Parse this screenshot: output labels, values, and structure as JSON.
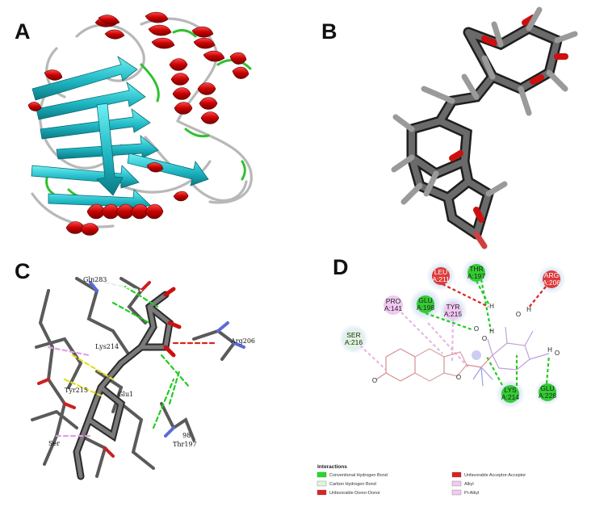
{
  "panels": {
    "a": {
      "letter": "A"
    },
    "b": {
      "letter": "B"
    },
    "c": {
      "letter": "C",
      "residue_labels": [
        "Gln283",
        "Arg206",
        "Lys214",
        "Tyr215",
        "Glu1",
        "Ser",
        "Thr197",
        "98"
      ]
    },
    "d": {
      "letter": "D",
      "residues": [
        {
          "name": "LEU",
          "chain": "A:211",
          "color": "#dd3b3b"
        },
        {
          "name": "THR",
          "chain": "A:197",
          "color": "#33cc33"
        },
        {
          "name": "ARG",
          "chain": "A:206",
          "color": "#dd3b3b"
        },
        {
          "name": "PRO",
          "chain": "A:141",
          "color": "#f0c8f0"
        },
        {
          "name": "GLU",
          "chain": "A:198",
          "color": "#33cc33"
        },
        {
          "name": "TYR",
          "chain": "A:215",
          "color": "#f0c8f0"
        },
        {
          "name": "SER",
          "chain": "A:216",
          "color": "#dff5df"
        },
        {
          "name": "LYS",
          "chain": "A:214",
          "color": "#33cc33"
        },
        {
          "name": "GLU",
          "chain": "A:228",
          "color": "#33cc33"
        }
      ],
      "atom_labels": {
        "h": "H",
        "o": "O"
      },
      "legend": {
        "title": "Interactions",
        "items": [
          {
            "label": "Conventional Hydrogen Bond",
            "color": "#22dd22"
          },
          {
            "label": "Carbon Hydrogen Bond",
            "color": "#dff5df"
          },
          {
            "label": "Unfavorable Donor-Donor",
            "color": "#dd2222"
          },
          {
            "label": "Unfavorable Acceptor-Acceptor",
            "color": "#dd2222"
          },
          {
            "label": "Alkyl",
            "color": "#f2c9f2"
          },
          {
            "label": "Pi-Alkyl",
            "color": "#f2c9f2"
          }
        ]
      }
    }
  }
}
